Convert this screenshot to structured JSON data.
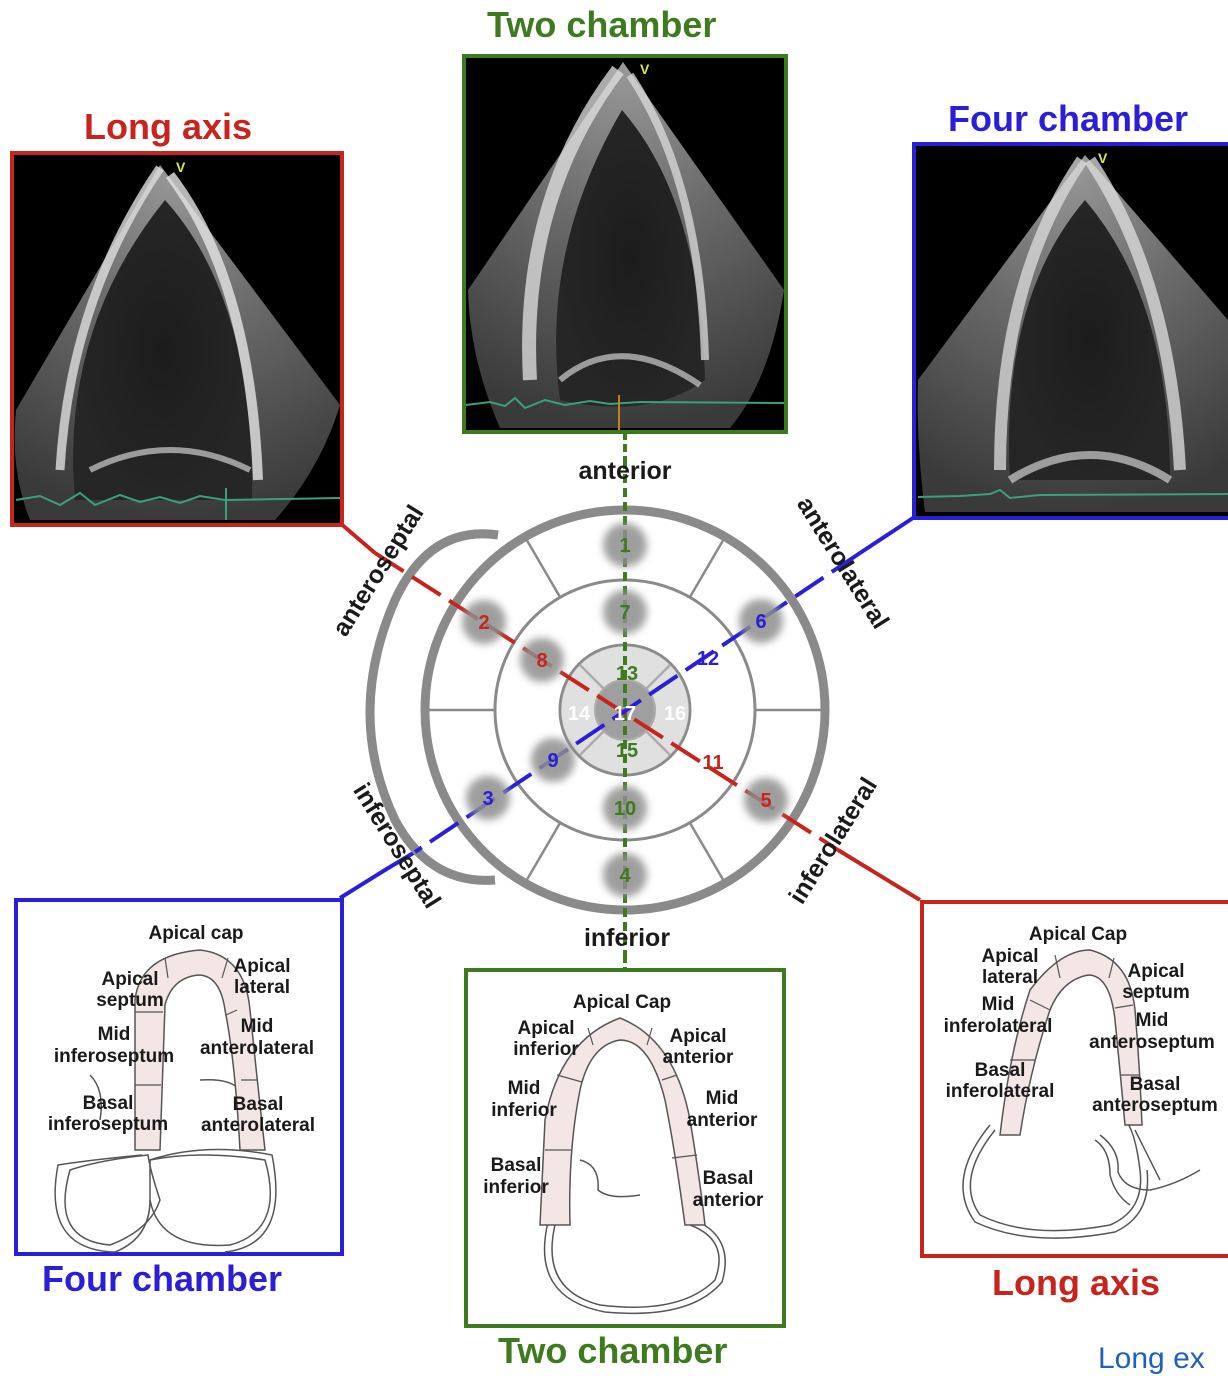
{
  "titles": {
    "top": "Two chamber",
    "top_left": "Long axis",
    "top_right": "Four chamber",
    "bottom_left": "Four chamber",
    "bottom_center": "Two chamber",
    "bottom_right": "Long axis"
  },
  "colors": {
    "long_axis": "#c8241e",
    "two_chamber": "#3e7b1f",
    "four_chamber": "#2a1fd6",
    "bullseye_ring": "#8a8a8a",
    "segment_fill": "#f5e6e6"
  },
  "echo_marker": "V",
  "bullseye": {
    "directions": {
      "anterior": "anterior",
      "inferior": "inferior",
      "anteroseptal": "anteroseptal",
      "anterolateral": "anterolateral",
      "inferoseptal": "inferoseptal",
      "inferolateral": "inferolateral"
    },
    "segments": [
      "1",
      "2",
      "3",
      "4",
      "5",
      "6",
      "7",
      "8",
      "9",
      "10",
      "11",
      "12",
      "13",
      "14",
      "15",
      "16",
      "17"
    ]
  },
  "diagrams": {
    "four_chamber": {
      "apical_cap": "Apical cap",
      "apical_septum": [
        "Apical",
        "septum"
      ],
      "apical_lateral": [
        "Apical",
        "lateral"
      ],
      "mid_inferoseptum": [
        "Mid",
        "inferoseptum"
      ],
      "mid_anterolateral": [
        "Mid",
        "anterolateral"
      ],
      "basal_inferoseptum": [
        "Basal",
        "inferoseptum"
      ],
      "basal_anterolateral": [
        "Basal",
        "anterolateral"
      ]
    },
    "two_chamber": {
      "apical_cap": "Apical Cap",
      "apical_inferior": [
        "Apical",
        "inferior"
      ],
      "apical_anterior": [
        "Apical",
        "anterior"
      ],
      "mid_inferior": [
        "Mid",
        "inferior"
      ],
      "mid_anterior": [
        "Mid",
        "anterior"
      ],
      "basal_inferior": [
        "Basal",
        "inferior"
      ],
      "basal_anterior": [
        "Basal",
        "anterior"
      ]
    },
    "long_axis": {
      "apical_cap": "Apical Cap",
      "apical_lateral": [
        "Apical",
        "lateral"
      ],
      "apical_septum": [
        "Apical",
        "septum"
      ],
      "mid_inferolateral": [
        "Mid",
        "inferolateral"
      ],
      "mid_anteroseptum": [
        "Mid",
        "anteroseptum"
      ],
      "basal_inferolateral": [
        "Basal",
        "inferolateral"
      ],
      "basal_anteroseptum": [
        "Basal",
        "anteroseptum"
      ]
    }
  },
  "footer_link": "Long ex"
}
